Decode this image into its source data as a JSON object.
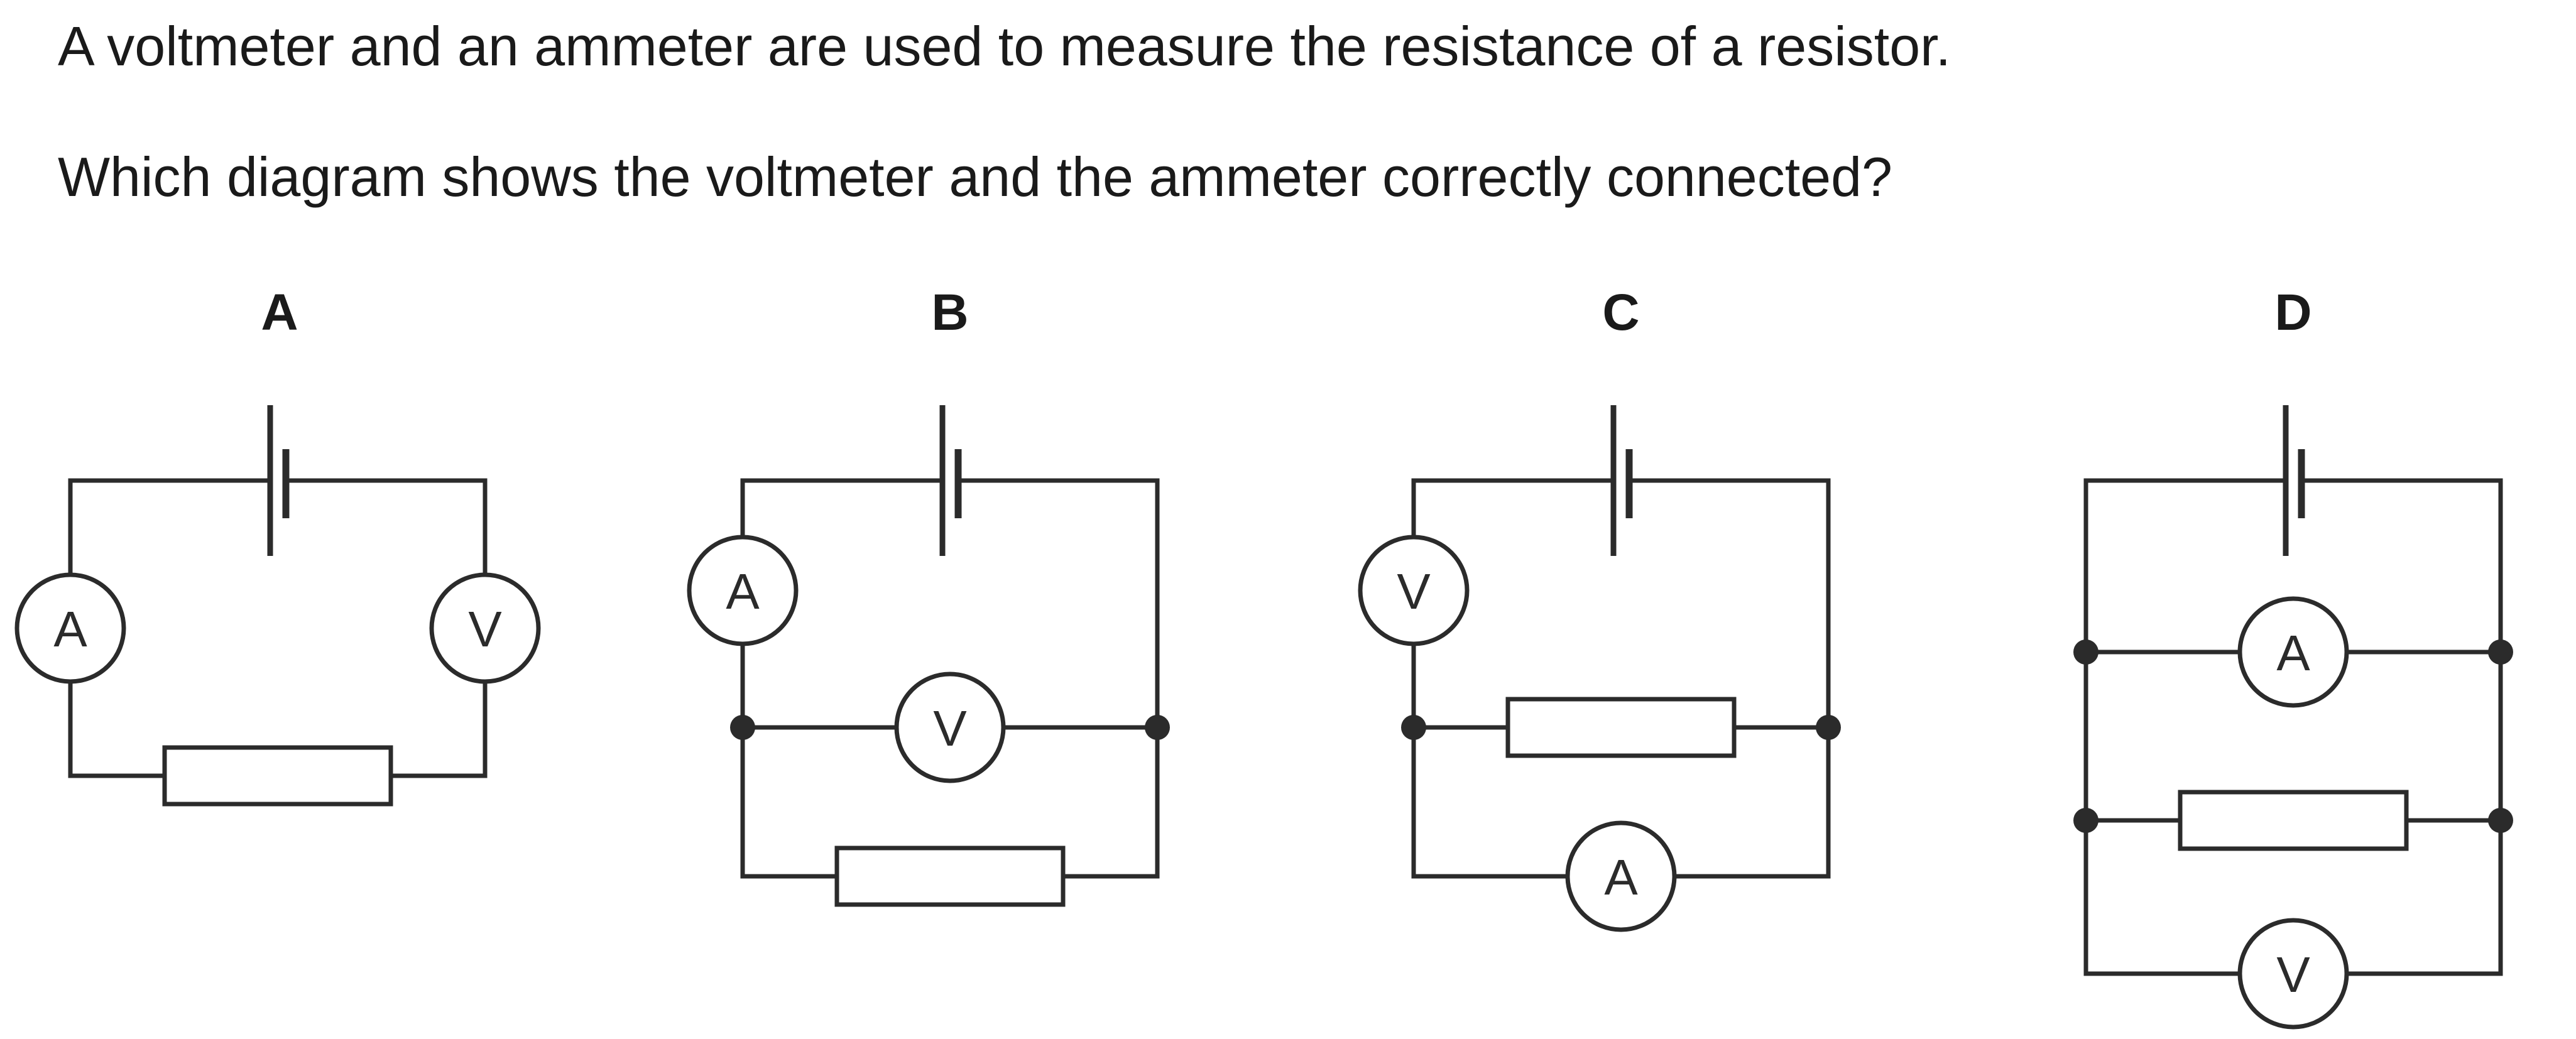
{
  "question": {
    "line1": "A voltmeter and an ammeter are used to measure the resistance of a resistor.",
    "line2": "Which diagram shows the voltmeter and the ammeter correctly connected?"
  },
  "options": [
    {
      "label": "A",
      "meter_labels": [
        "A",
        "V"
      ]
    },
    {
      "label": "B",
      "meter_labels": [
        "A",
        "V"
      ]
    },
    {
      "label": "C",
      "meter_labels": [
        "V",
        "A"
      ]
    },
    {
      "label": "D",
      "meter_labels": [
        "A",
        "V"
      ]
    }
  ]
}
